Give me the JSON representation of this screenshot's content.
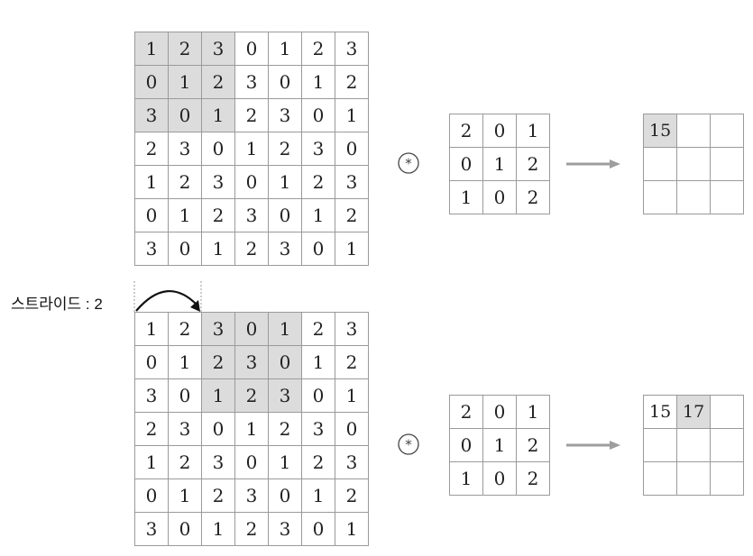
{
  "stride_label": "스트라이드 : 2",
  "operator_symbol": "⊛",
  "colors": {
    "highlight": "#dcdcdc",
    "grid_line": "#9a9a9a",
    "arrow": "#9e9e9e"
  },
  "top": {
    "input": [
      [
        "1",
        "2",
        "3",
        "0",
        "1",
        "2",
        "3"
      ],
      [
        "0",
        "1",
        "2",
        "3",
        "0",
        "1",
        "2"
      ],
      [
        "3",
        "0",
        "1",
        "2",
        "3",
        "0",
        "1"
      ],
      [
        "2",
        "3",
        "0",
        "1",
        "2",
        "3",
        "0"
      ],
      [
        "1",
        "2",
        "3",
        "0",
        "1",
        "2",
        "3"
      ],
      [
        "0",
        "1",
        "2",
        "3",
        "0",
        "1",
        "2"
      ],
      [
        "3",
        "0",
        "1",
        "2",
        "3",
        "0",
        "1"
      ]
    ],
    "highlight_cols": [
      0,
      2
    ],
    "filter": [
      [
        "2",
        "0",
        "1"
      ],
      [
        "0",
        "1",
        "2"
      ],
      [
        "1",
        "0",
        "2"
      ]
    ],
    "output": [
      [
        "15",
        "",
        ""
      ],
      [
        "",
        "",
        ""
      ],
      [
        "",
        "",
        ""
      ]
    ]
  },
  "bottom": {
    "input": [
      [
        "1",
        "2",
        "3",
        "0",
        "1",
        "2",
        "3"
      ],
      [
        "0",
        "1",
        "2",
        "3",
        "0",
        "1",
        "2"
      ],
      [
        "3",
        "0",
        "1",
        "2",
        "3",
        "0",
        "1"
      ],
      [
        "2",
        "3",
        "0",
        "1",
        "2",
        "3",
        "0"
      ],
      [
        "1",
        "2",
        "3",
        "0",
        "1",
        "2",
        "3"
      ],
      [
        "0",
        "1",
        "2",
        "3",
        "0",
        "1",
        "2"
      ],
      [
        "3",
        "0",
        "1",
        "2",
        "3",
        "0",
        "1"
      ]
    ],
    "highlight_cols": [
      2,
      4
    ],
    "filter": [
      [
        "2",
        "0",
        "1"
      ],
      [
        "0",
        "1",
        "2"
      ],
      [
        "1",
        "0",
        "2"
      ]
    ],
    "output": [
      [
        "15",
        "17",
        ""
      ],
      [
        "",
        "",
        ""
      ],
      [
        "",
        "",
        ""
      ]
    ]
  }
}
